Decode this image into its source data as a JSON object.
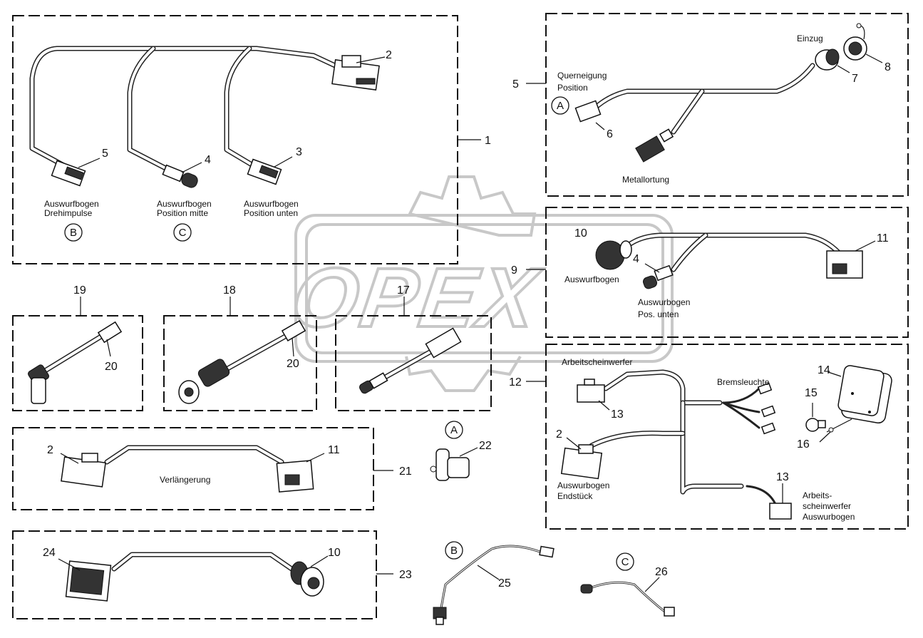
{
  "watermark": "OPEX",
  "labels": {
    "n1": "1",
    "n2a": "2",
    "n3": "3",
    "n4a": "4",
    "n5a": "5",
    "n5b": "5",
    "n6": "6",
    "n7": "7",
    "n8": "8",
    "n9": "9",
    "n10a": "10",
    "n4b": "4",
    "n11a": "11",
    "n12": "12",
    "n13a": "13",
    "n13b": "13",
    "n14": "14",
    "n15": "15",
    "n16": "16",
    "n2b": "2",
    "n17": "17",
    "n18": "18",
    "n19": "19",
    "n20a": "20",
    "n20b": "20",
    "n21": "21",
    "n2c": "2",
    "n11b": "11",
    "n22": "22",
    "n23": "23",
    "n24": "24",
    "n10b": "10",
    "n25": "25",
    "n26": "26"
  },
  "texts": {
    "drehimpulse_1": "Auswurfbogen",
    "drehimpulse_2": "Drehimpulse",
    "mitte_1": "Auswurfbogen",
    "mitte_2": "Position mitte",
    "unten_1": "Auswurfbogen",
    "unten_2": "Position unten",
    "querneigung_1": "Querneigung",
    "querneigung_2": "Position",
    "einzug": "Einzug",
    "metallortung": "Metallortung",
    "auswurfbogen": "Auswurfbogen",
    "posunten_1": "Auswurbogen",
    "posunten_2": "Pos. unten",
    "arbeitsscheinwerfer": "Arbeitscheinwerfer",
    "bremsleuchte": "Bremsleuchte",
    "endstueck_1": "Auswurbogen",
    "endstueck_2": "Endstück",
    "arbeits_1": "Arbeits-",
    "arbeits_2": "scheinwerfer",
    "arbeits_3": "Auswurbogen",
    "verlaengerung": "Verlängerung"
  },
  "circles": {
    "A1": "A",
    "B1": "B",
    "C1": "C",
    "A2": "A",
    "B2": "B",
    "C2": "C"
  }
}
